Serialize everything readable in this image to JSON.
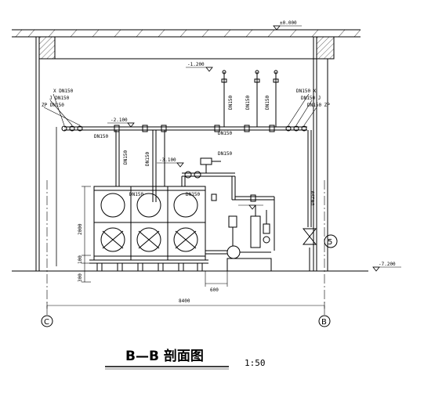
{
  "title": {
    "main": "B—B 剖面图",
    "scale": "1:50"
  },
  "elevations": {
    "floor_top": "±0.000",
    "pipe_level_1": "-1.200",
    "pipe_level_2": "-2.100",
    "pipe_level_3": "-3.100",
    "floor_bottom": "-7.200"
  },
  "pipe_labels": {
    "main_pipe": "DN150",
    "left_tags": [
      "X DN150",
      "J DN150",
      "ZP DN150"
    ],
    "right_tags": [
      "DN150 X",
      "DN150 J",
      "DN150 ZP"
    ],
    "risers": [
      "DN150",
      "DN150",
      "DN150"
    ],
    "tank_pipes": [
      "DN150",
      "DN150",
      "DN150"
    ],
    "pump_top": "DN150",
    "right_riser": "DN150",
    "tank_inlet": "DN150"
  },
  "dimensions": {
    "tank_height": "2000",
    "base_height": "100",
    "base_bottom": "300",
    "pump_offset": "600",
    "total_span": "8400"
  },
  "grid_axes": {
    "left": "C",
    "right": "B"
  },
  "callouts": {
    "valve_number": "5"
  }
}
